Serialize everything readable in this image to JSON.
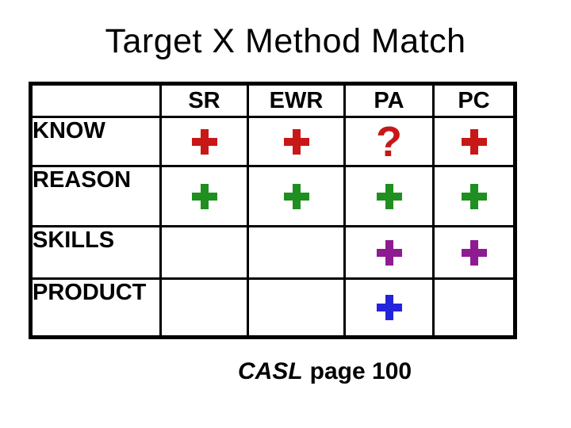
{
  "title": "Target X Method Match",
  "table": {
    "header": {
      "corner": "",
      "columns": [
        "SR",
        "EWR",
        "PA",
        "PC"
      ]
    },
    "rows": [
      {
        "label": "KNOW",
        "cells": [
          {
            "symbol": "+",
            "color": "#c81717"
          },
          {
            "symbol": "+",
            "color": "#c81717"
          },
          {
            "symbol": "?",
            "color": "#c81717"
          },
          {
            "symbol": "+",
            "color": "#c81717"
          }
        ]
      },
      {
        "label": "REASON",
        "cells": [
          {
            "symbol": "+",
            "color": "#1f8f1f"
          },
          {
            "symbol": "+",
            "color": "#1f8f1f"
          },
          {
            "symbol": "+",
            "color": "#1f8f1f"
          },
          {
            "symbol": "+",
            "color": "#1f8f1f"
          }
        ]
      },
      {
        "label": "SKILLS",
        "cells": [
          {
            "symbol": "",
            "color": ""
          },
          {
            "symbol": "",
            "color": ""
          },
          {
            "symbol": "+",
            "color": "#8e1b90"
          },
          {
            "symbol": "+",
            "color": "#8e1b90"
          }
        ]
      },
      {
        "label": "PRODUCT",
        "cells": [
          {
            "symbol": "",
            "color": ""
          },
          {
            "symbol": "",
            "color": ""
          },
          {
            "symbol": "+",
            "color": "#2424dd"
          },
          {
            "symbol": "",
            "color": ""
          }
        ]
      }
    ]
  },
  "caption": {
    "book": "CASL",
    "page_text": "page 100"
  },
  "palette": {
    "know_symbols": "#c81717",
    "reason_symbols": "#1f8f1f",
    "skills_symbols": "#8e1b90",
    "product_symbols": "#2424dd",
    "text": "#000000",
    "background": "#ffffff",
    "table_border": "#000000"
  }
}
